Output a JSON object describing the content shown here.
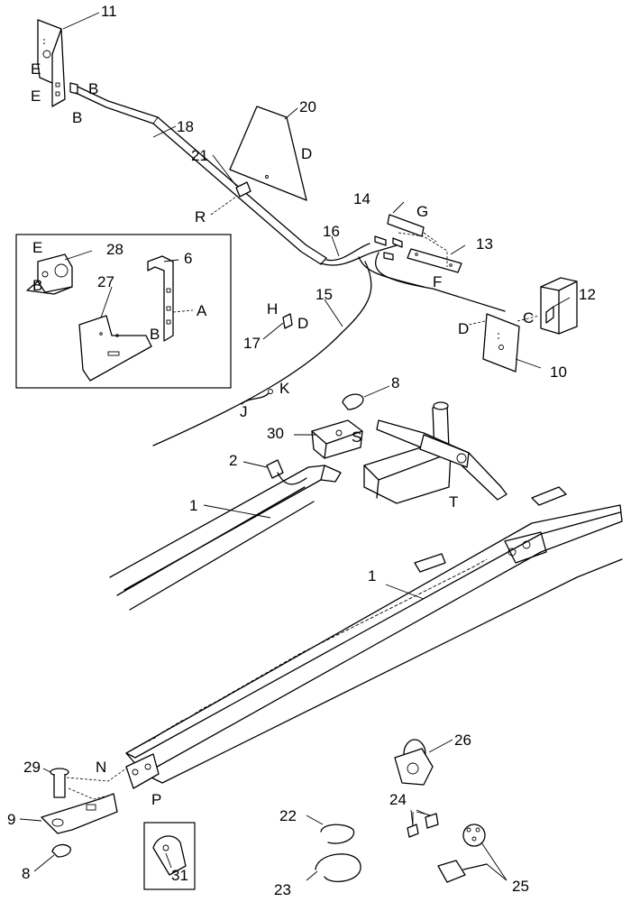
{
  "callouts": [
    {
      "id": "c-11",
      "text": "11"
    },
    {
      "id": "c-e1",
      "text": "E"
    },
    {
      "id": "c-e2",
      "text": "E"
    },
    {
      "id": "c-b1",
      "text": "B"
    },
    {
      "id": "c-b2",
      "text": "B"
    },
    {
      "id": "c-18",
      "text": "18"
    },
    {
      "id": "c-20",
      "text": "20"
    },
    {
      "id": "c-d1",
      "text": "D"
    },
    {
      "id": "c-21",
      "text": "21"
    },
    {
      "id": "c-r",
      "text": "R"
    },
    {
      "id": "c-14",
      "text": "14"
    },
    {
      "id": "c-g",
      "text": "G"
    },
    {
      "id": "c-13",
      "text": "13"
    },
    {
      "id": "c-f",
      "text": "F"
    },
    {
      "id": "c-16",
      "text": "16"
    },
    {
      "id": "c-e3",
      "text": "E"
    },
    {
      "id": "c-28",
      "text": "28"
    },
    {
      "id": "c-6",
      "text": "6"
    },
    {
      "id": "c-b3",
      "text": "B"
    },
    {
      "id": "c-27",
      "text": "27"
    },
    {
      "id": "c-a",
      "text": "A"
    },
    {
      "id": "c-b4",
      "text": "B"
    },
    {
      "id": "c-15",
      "text": "15"
    },
    {
      "id": "c-h",
      "text": "H"
    },
    {
      "id": "c-d2",
      "text": "D"
    },
    {
      "id": "c-17",
      "text": "17"
    },
    {
      "id": "c-12",
      "text": "12"
    },
    {
      "id": "c-c",
      "text": "C"
    },
    {
      "id": "c-d3",
      "text": "D"
    },
    {
      "id": "c-10",
      "text": "10"
    },
    {
      "id": "c-k",
      "text": "K"
    },
    {
      "id": "c-j",
      "text": "J"
    },
    {
      "id": "c-8a",
      "text": "8"
    },
    {
      "id": "c-30",
      "text": "30"
    },
    {
      "id": "c-s",
      "text": "S"
    },
    {
      "id": "c-2",
      "text": "2"
    },
    {
      "id": "c-t",
      "text": "T"
    },
    {
      "id": "c-1a",
      "text": "1"
    },
    {
      "id": "c-1b",
      "text": "1"
    },
    {
      "id": "c-29",
      "text": "29"
    },
    {
      "id": "c-n",
      "text": "N"
    },
    {
      "id": "c-p",
      "text": "P"
    },
    {
      "id": "c-9",
      "text": "9"
    },
    {
      "id": "c-8b",
      "text": "8"
    },
    {
      "id": "c-31",
      "text": "31"
    },
    {
      "id": "c-26",
      "text": "26"
    },
    {
      "id": "c-24",
      "text": "24"
    },
    {
      "id": "c-22",
      "text": "22"
    },
    {
      "id": "c-25",
      "text": "25"
    },
    {
      "id": "c-23",
      "text": "23"
    }
  ]
}
